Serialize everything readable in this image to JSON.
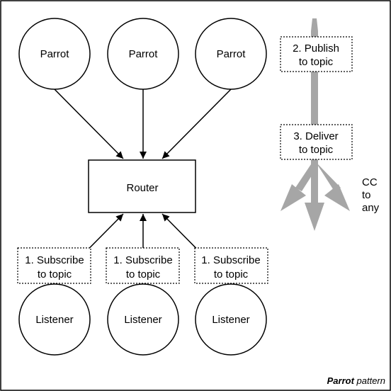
{
  "diagram": {
    "parrots": [
      "Parrot",
      "Parrot",
      "Parrot"
    ],
    "router": "Router",
    "listeners": [
      "Listener",
      "Listener",
      "Listener"
    ],
    "subscribe": {
      "line1": "1. Subscribe",
      "line2": "to topic"
    },
    "publish": {
      "line1": "2. Publish",
      "line2": "to topic"
    },
    "deliver": {
      "line1": "3. Deliver",
      "line2": "to topic"
    },
    "cc": [
      "CC",
      "to",
      "any"
    ],
    "caption": {
      "bold": "Parrot",
      "rest": " pattern"
    }
  },
  "colors": {
    "flow_arrow": "#a6a6a6",
    "stroke": "#000000",
    "background": "#ffffff"
  }
}
